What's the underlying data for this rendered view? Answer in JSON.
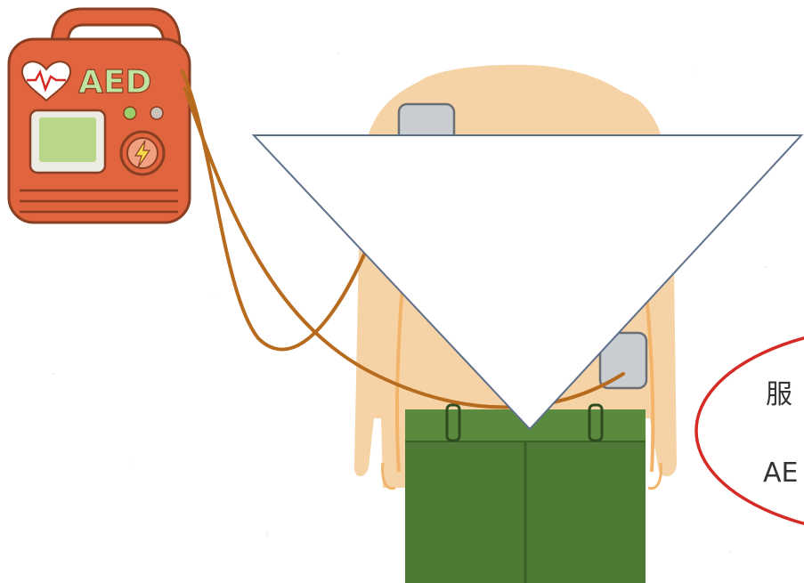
{
  "aed": {
    "logo_text": "AED",
    "body_color": "#e0643e",
    "screen_color": "#b9d68a",
    "logo_letter_color": "#bfe3a0",
    "bolt_color": "#f6d84a"
  },
  "person": {
    "skin_color": "#f6d3a6",
    "pants_color": "#4e7a35"
  },
  "callout": {
    "line1": "服",
    "line2": "AE",
    "ring_color": "#d62a25"
  },
  "overlay": {
    "triangle_fill": "#ffffff",
    "triangle_stroke": "#5e6f8a"
  }
}
